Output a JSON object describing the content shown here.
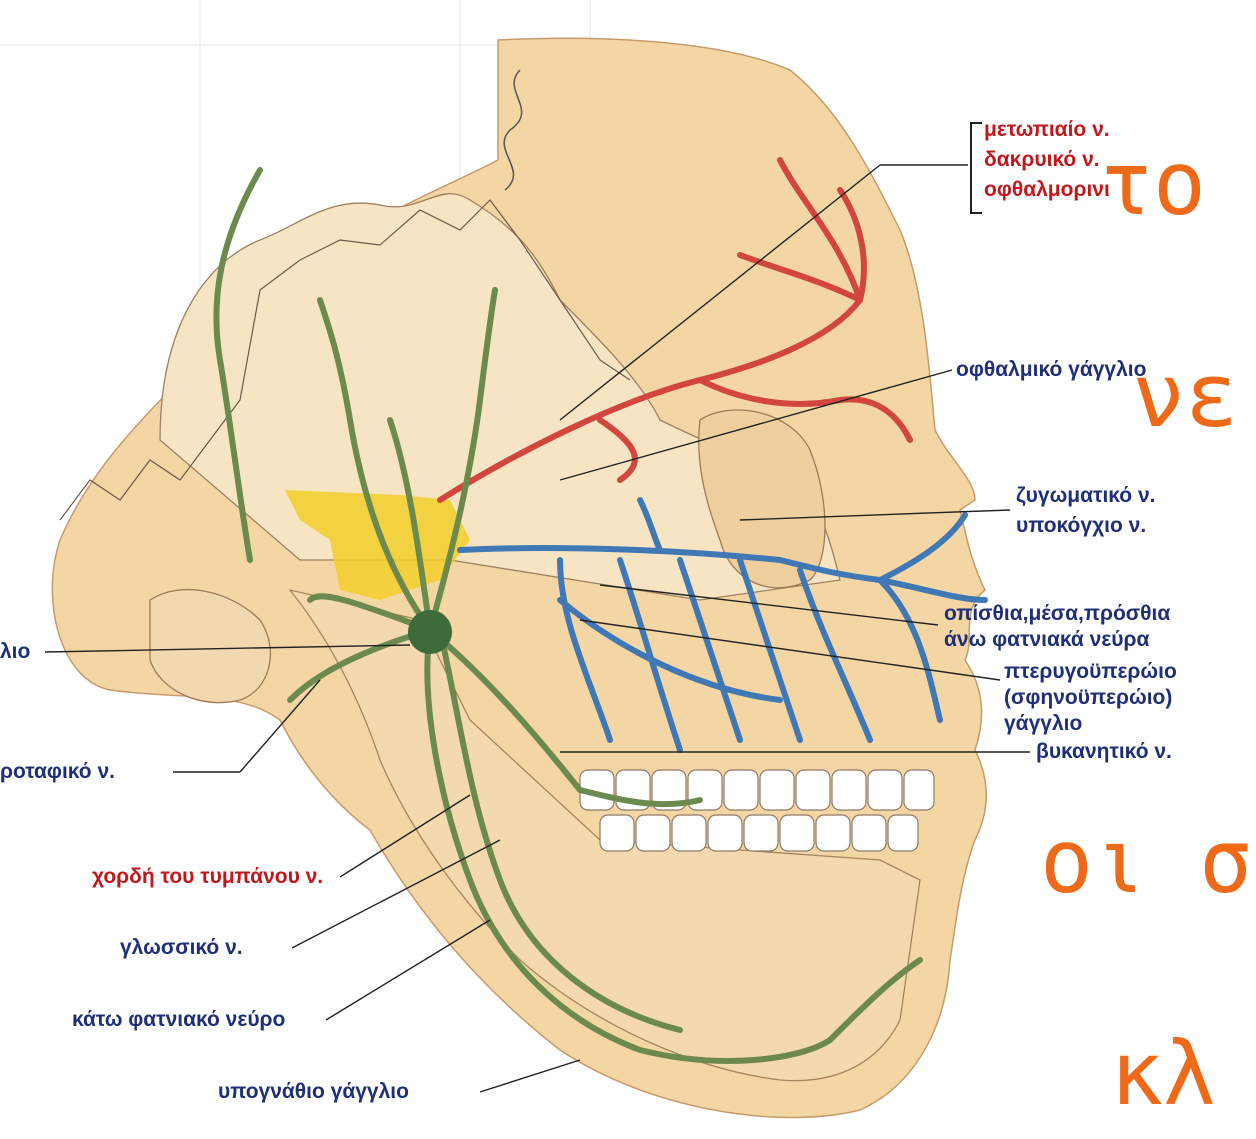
{
  "labels": {
    "frontal_nerve": "μετωπιαίο ν.",
    "lacrimal_nerve": "δακρυικό ν.",
    "nasociliary_nerve": "οφθαλμορινι",
    "ciliary_ganglion": "οφθαλμικό γάγγλιο",
    "zygomatic_nerve": "ζυγωματικό ν.",
    "infraorbital_nerve": "υποκόγχιο ν.",
    "superior_alveolar_1": "οπίσθια,μέσα,πρόσθια",
    "superior_alveolar_2": "άνω φατνιακά νεύρα",
    "pterygopalatine_1": "πτερυγοϋπερώιο",
    "pterygopalatine_2": "(σφηνοϋπερώιο)",
    "pterygopalatine_3": "γάγγλιο",
    "buccal_nerve": "βυκανητικό ν.",
    "otic_ganglion": "λιο",
    "auriculotemporal_nerve": "ροταφικό ν.",
    "chorda_tympani": "χορδή του τυμπάνου ν.",
    "lingual_nerve": "γλωσσικό ν.",
    "inferior_alveolar_nerve": "κάτω φατνιακό νεύρο",
    "submandibular_ganglion": "υπογνάθιο γάγγλιο"
  },
  "overlay": {
    "line1": "το",
    "line2": "νε",
    "line3": "οι σ",
    "line4": "κλ"
  },
  "colors": {
    "skin": "#f4d6a4",
    "bone": "#f6e2bd",
    "ophthalmic_division": "#d2463e",
    "maxillary_division": "#3f78b4",
    "mandibular_division": "#6c8a4e",
    "ganglion_yellow": "#f2cf2a",
    "overlay_text": "#ef6a18",
    "label_blue": "#1f2f78",
    "label_red": "#c2181b"
  }
}
